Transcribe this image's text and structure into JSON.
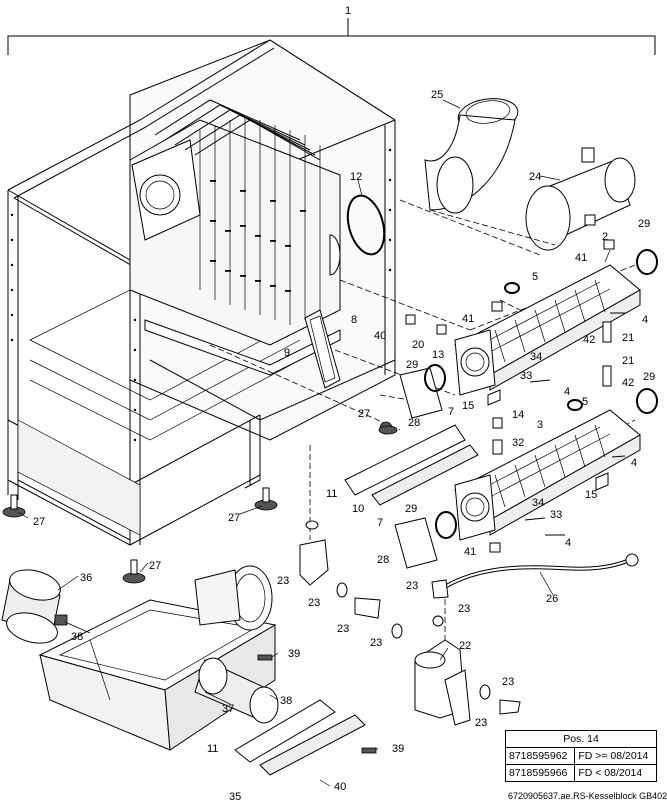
{
  "diagram": {
    "callouts": {
      "c1": "1",
      "c2": "2",
      "c3": "3",
      "c4a": "4",
      "c4b": "4",
      "c4c": "4",
      "c4d": "4",
      "c5a": "5",
      "c5b": "5",
      "c7a": "7",
      "c7b": "7",
      "c8": "8",
      "c9": "9",
      "c10": "10",
      "c11a": "11",
      "c11b": "11",
      "c12": "12",
      "c13": "13",
      "c14": "14",
      "c15a": "15",
      "c15b": "15",
      "c20": "20",
      "c21a": "21",
      "c21b": "21",
      "c22": "22",
      "c23a": "23",
      "c23b": "23",
      "c23c": "23",
      "c23d": "23",
      "c23e": "23",
      "c23f": "23",
      "c23g": "23",
      "c23h": "23",
      "c24": "24",
      "c25": "25",
      "c26": "26",
      "c27a": "27",
      "c27b": "27",
      "c27c": "27",
      "c27d": "27",
      "c28a": "28",
      "c28b": "28",
      "c29a": "29",
      "c29b": "29",
      "c29c": "29",
      "c29d": "29",
      "c32": "32",
      "c33a": "33",
      "c33b": "33",
      "c34a": "34",
      "c34b": "34",
      "c35": "35",
      "c36": "36",
      "c37": "37",
      "c38a": "38",
      "c38b": "38",
      "c39a": "39",
      "c39b": "39",
      "c40a": "40",
      "c40b": "40",
      "c41a": "41",
      "c41b": "41",
      "c41c": "41",
      "c42a": "42",
      "c42b": "42"
    }
  },
  "pos_table": {
    "header": "Pos. 14",
    "rows": [
      {
        "part_no": "8718595962",
        "condition": "FD >= 08/2014"
      },
      {
        "part_no": "8718595966",
        "condition": "FD  <  08/2014"
      }
    ]
  },
  "footer": "6720905637.ae.RS-Kesselblock GB402"
}
